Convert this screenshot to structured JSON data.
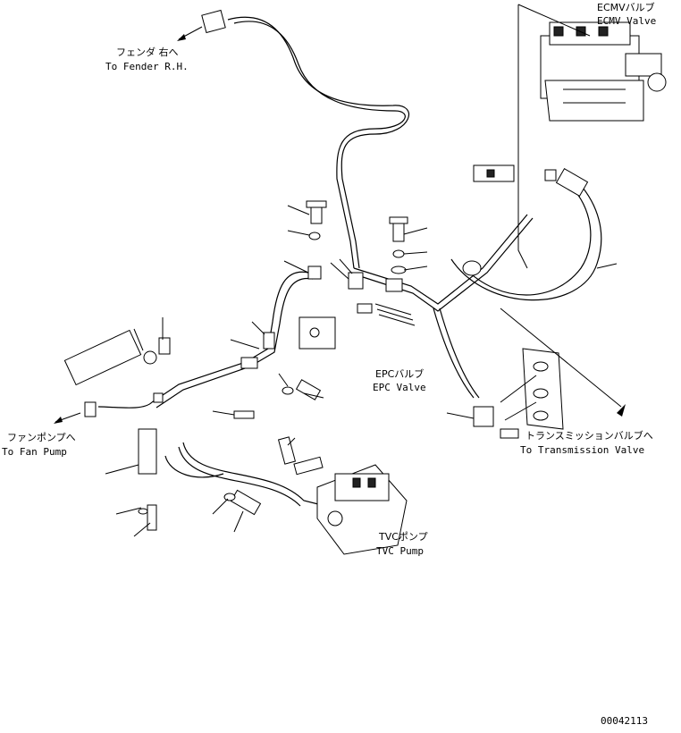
{
  "labels": {
    "ecmv_jp": "ECMVバルブ",
    "ecmv_en": "ECMV Valve",
    "fender_jp": "フェンダ 右へ",
    "fender_en": "To Fender R.H.",
    "epc_jp": "EPCバルブ",
    "epc_en": "EPC Valve",
    "fan_jp": "ファンポンプへ",
    "fan_en": "To Fan Pump",
    "trans_jp": "トランスミッションバルブへ",
    "trans_en": "To Transmission Valve",
    "tvc_jp": "TVCポンプ",
    "tvc_en": "TVC Pump",
    "drawing_number": "00042113"
  }
}
